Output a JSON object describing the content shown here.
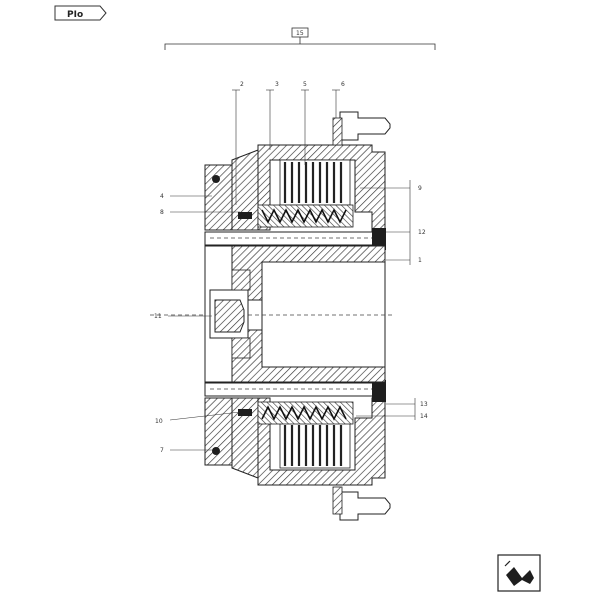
{
  "sheet_tag": "PIo",
  "assembly_callout": "15",
  "callouts": {
    "c_2": "2",
    "c_3": "3",
    "c_5": "5",
    "c_6": "6",
    "c_4": "4",
    "c_8": "8",
    "c_9": "9",
    "c_12": "12",
    "c_1": "1",
    "c_11": "11",
    "c_13": "13",
    "c_14": "14",
    "c_10": "10",
    "c_7": "7"
  },
  "icons": {
    "tag": "sheet-tag-icon",
    "nav": "next-sheet-icon"
  },
  "colors": {
    "line": "#333333",
    "solid": "#1e1e1e",
    "background": "#ffffff"
  }
}
